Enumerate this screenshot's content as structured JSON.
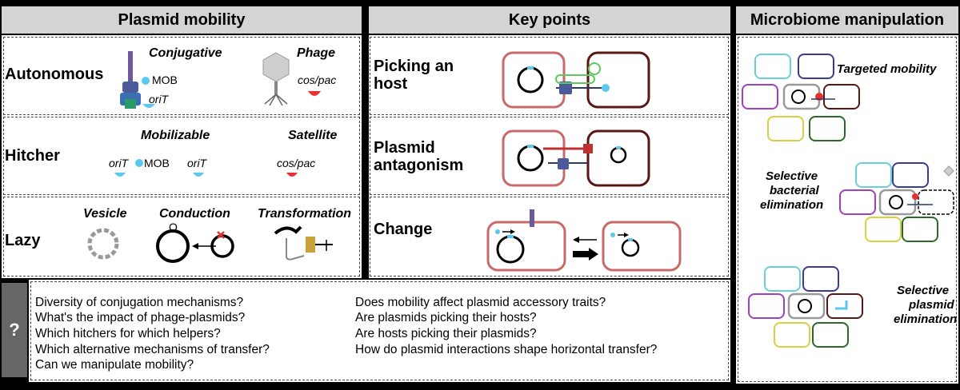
{
  "headers": {
    "plasmid_mobility": "Plasmid mobility",
    "key_points": "Key points",
    "microbiome": "Microbiome manipulation"
  },
  "mobility": {
    "autonomous": {
      "label": "Autonomous",
      "conjugative": "Conjugative",
      "mob": "MOB",
      "orit": "oriT",
      "phage": "Phage",
      "cospac": "cos/pac"
    },
    "hitcher": {
      "label": "Hitcher",
      "mobilizable": "Mobilizable",
      "orit1": "oriT",
      "mob": "MOB",
      "orit2": "oriT",
      "satellite": "Satellite",
      "cospac": "cos/pac"
    },
    "lazy": {
      "label": "Lazy",
      "vesicle": "Vesicle",
      "conduction": "Conduction",
      "transformation": "Transformation",
      "o_mark": "O"
    }
  },
  "key_points": {
    "picking_host": [
      "Picking an",
      "host"
    ],
    "antagonism": [
      "Plasmid",
      "antagonism"
    ],
    "change": "Change"
  },
  "microbiome": {
    "targeted": "Targeted mobility",
    "selective_bacterial": [
      "Selective",
      "bacterial",
      "elimination"
    ],
    "selective_plasmid": [
      "Selective",
      "plasmid",
      "elimination"
    ]
  },
  "questions": {
    "mark": "?",
    "left": [
      "Diversity of conjugation mechanisms?",
      "What's the impact of phage-plasmids?",
      "Which hitchers for which helpers?",
      "Which alternative mechanisms of transfer?",
      "Can we manipulate mobility?"
    ],
    "right": [
      "Does mobility affect plasmid accessory traits?",
      "Are plasmids picking their hosts?",
      "Are hosts picking their plasmids?",
      "How do plasmid interactions shape horizontal transfer?"
    ]
  },
  "colors": {
    "cyan_feature": "#5bc8f0",
    "red_feature": "#e83030",
    "host_pink": "#c96a6a",
    "host_dark": "#5a1515",
    "pilus_purple": "#6a5a9a"
  }
}
